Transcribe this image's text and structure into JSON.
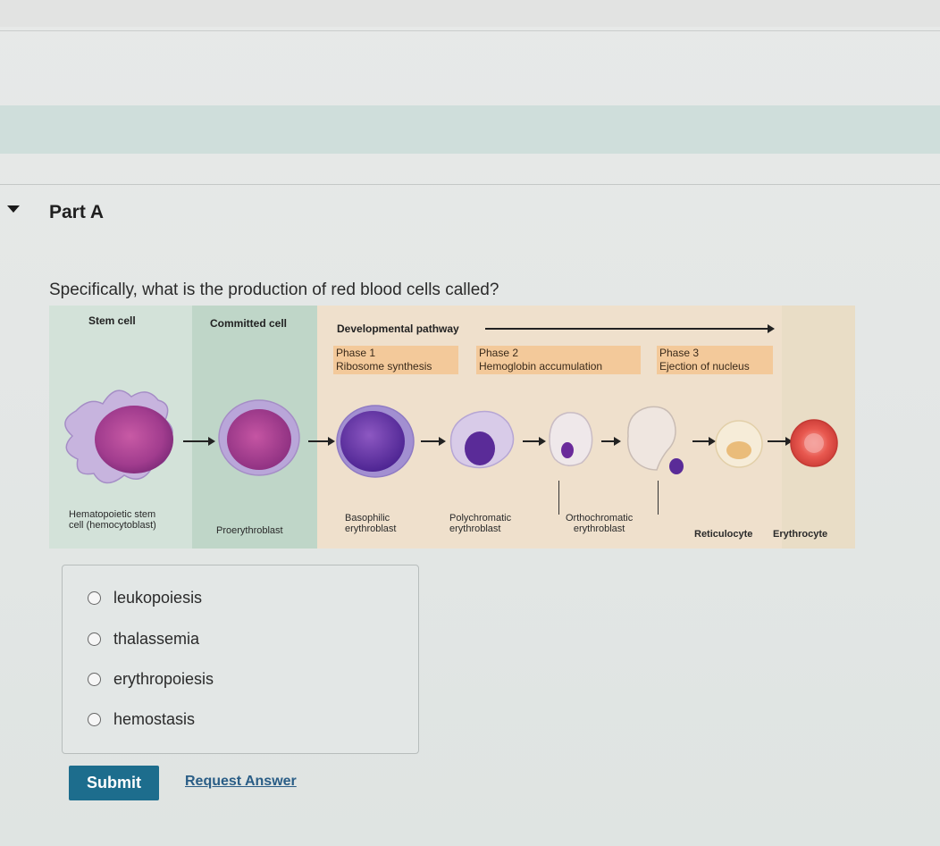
{
  "part": {
    "title": "Part A"
  },
  "question": {
    "text": "Specifically, what is the production of red blood cells called?"
  },
  "figure": {
    "headings": {
      "stem": "Stem cell",
      "committed": "Committed cell",
      "pathway": "Developmental pathway"
    },
    "phases": [
      {
        "name": "Phase 1",
        "desc": "Ribosome synthesis"
      },
      {
        "name": "Phase 2",
        "desc": "Hemoglobin accumulation"
      },
      {
        "name": "Phase 3",
        "desc": "Ejection of nucleus"
      }
    ],
    "cells": [
      {
        "line1": "Hematopoietic stem",
        "line2": "cell (hemocytoblast)"
      },
      {
        "line1": "Proerythroblast",
        "line2": ""
      },
      {
        "line1": "Basophilic",
        "line2": "erythroblast"
      },
      {
        "line1": "Polychromatic",
        "line2": "erythroblast"
      },
      {
        "line1": "Orthochromatic",
        "line2": "erythroblast"
      },
      {
        "line1": "Reticulocyte",
        "line2": ""
      },
      {
        "line1": "Erythrocyte",
        "line2": ""
      }
    ]
  },
  "options": [
    {
      "label": "leukopoiesis"
    },
    {
      "label": "thalassemia"
    },
    {
      "label": "erythropoiesis"
    },
    {
      "label": "hemostasis"
    }
  ],
  "actions": {
    "submit": "Submit",
    "request_answer": "Request Answer"
  },
  "colors": {
    "submit_bg": "#1d6d8d",
    "link": "#2a5d86",
    "stem_panel": "#d3e2d9",
    "committed_panel": "#bfd6c8",
    "pathway_panel": "#efe0cc",
    "phase_box": "#f3c99a"
  }
}
